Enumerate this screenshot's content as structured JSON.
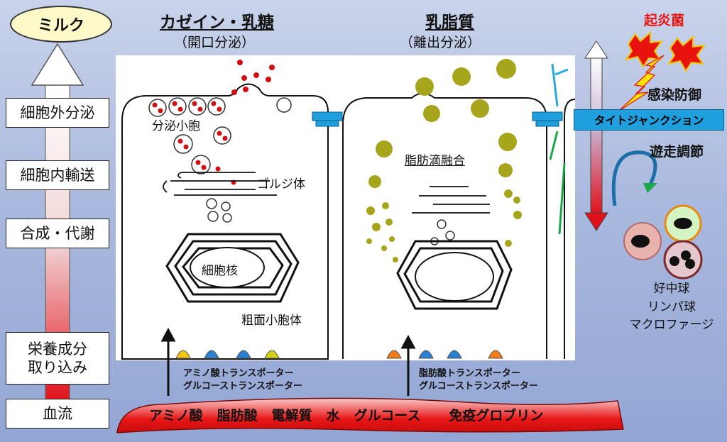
{
  "left_column": {
    "milk": "ミルク",
    "steps": [
      "細胞外分泌",
      "細胞内輸送",
      "合成・代謝",
      "栄養成分\n取り込み",
      "血流"
    ]
  },
  "cell1": {
    "title": "カゼイン・乳糖",
    "subtitle": "（開口分泌）",
    "labels": {
      "vesicle": "分泌小胞",
      "golgi": "ゴルジ体",
      "nucleus": "細胞核",
      "er": "粗面小胞体"
    }
  },
  "cell2": {
    "title": "乳脂質",
    "subtitle": "（離出分泌）",
    "labels": {
      "fusion": "脂肪滴融合"
    }
  },
  "transporters": {
    "left": [
      "アミノ酸トランスポーター",
      "グルコーストランスポーター"
    ],
    "right": [
      "脂肪酸トランスポーター",
      "グルコーストランスポーター"
    ]
  },
  "blood_nutrients": [
    "アミノ酸",
    "脂肪酸",
    "電解質",
    "水",
    "グルコース",
    "免疫グロブリン"
  ],
  "right_panel": {
    "pathogen": "起炎菌",
    "infection_defense": "感染防御",
    "tight_junction": "タイトジャンクション",
    "migration": "遊走調節",
    "immune_cells": [
      "好中球",
      "リンパ球",
      "マクロファージ"
    ]
  },
  "colors": {
    "pathogen": "#e8120f",
    "tight_junction": "#1f9fdd",
    "fat": "#a6a51c",
    "casein": "#d01010"
  }
}
